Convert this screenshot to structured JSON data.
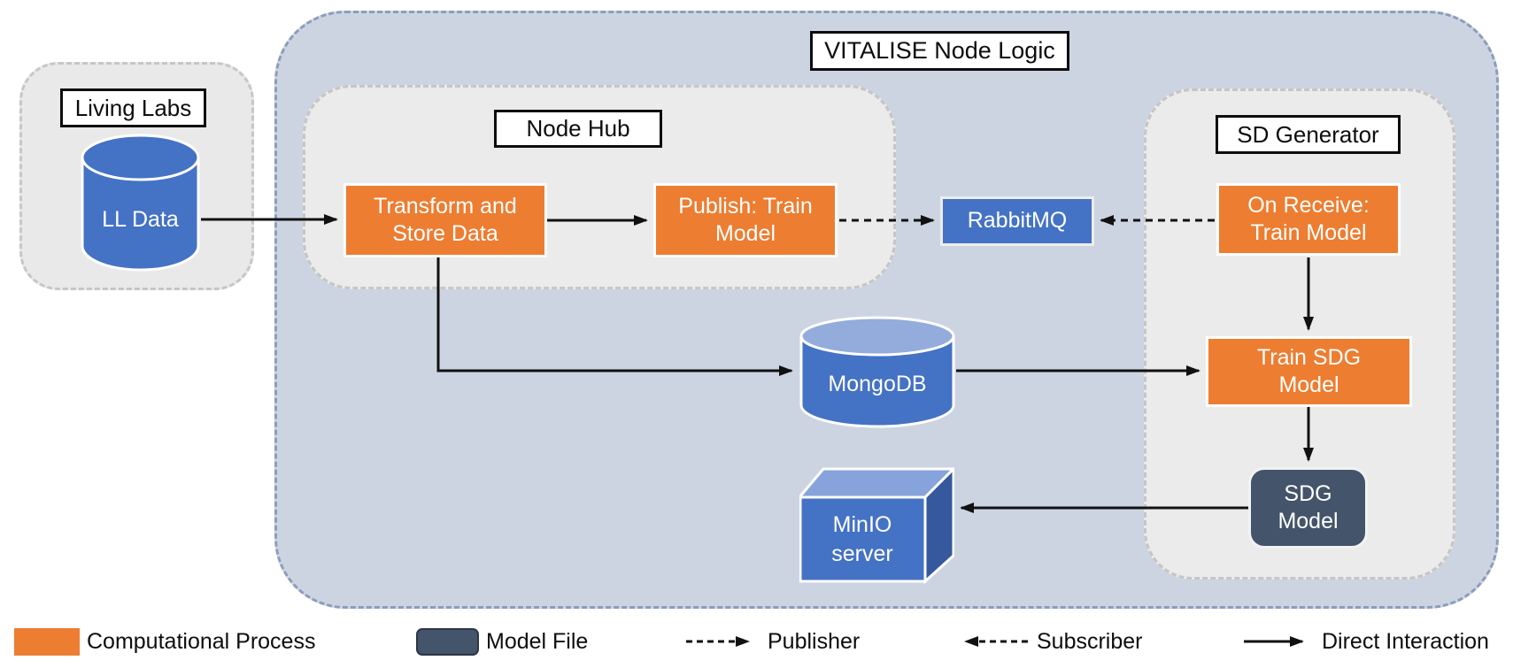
{
  "diagram_title": "VITALISE Node Logic",
  "containers": {
    "living_labs": {
      "label": "Living Labs"
    },
    "node_hub": {
      "label": "Node Hub"
    },
    "sd_generator": {
      "label": "SD Generator"
    }
  },
  "nodes": {
    "ll_data": {
      "label": "LL Data",
      "type": "database-cylinder"
    },
    "transform_store": {
      "label": "Transform and\nStore Data",
      "type": "computational-process"
    },
    "publish_train": {
      "label": "Publish: Train\nModel",
      "type": "computational-process"
    },
    "rabbitmq": {
      "label": "RabbitMQ",
      "type": "message-queue"
    },
    "on_receive": {
      "label": "On Receive:\nTrain Model",
      "type": "computational-process"
    },
    "train_sdg": {
      "label": "Train SDG\nModel",
      "type": "computational-process"
    },
    "sdg_model": {
      "label": "SDG\nModel",
      "type": "model-file"
    },
    "mongodb": {
      "label": "MongoDB",
      "type": "database-cylinder"
    },
    "minio": {
      "label": "MinIO\nserver",
      "type": "storage-cube"
    }
  },
  "edges": [
    {
      "from": "ll_data",
      "to": "transform_store",
      "style": "direct"
    },
    {
      "from": "transform_store",
      "to": "publish_train",
      "style": "direct"
    },
    {
      "from": "publish_train",
      "to": "rabbitmq",
      "style": "publisher-dashed"
    },
    {
      "from": "on_receive",
      "to": "rabbitmq",
      "style": "subscriber-dashed"
    },
    {
      "from": "transform_store",
      "to": "mongodb",
      "style": "direct"
    },
    {
      "from": "mongodb",
      "to": "train_sdg",
      "style": "direct"
    },
    {
      "from": "on_receive",
      "to": "train_sdg",
      "style": "direct"
    },
    {
      "from": "train_sdg",
      "to": "sdg_model",
      "style": "direct"
    },
    {
      "from": "sdg_model",
      "to": "minio",
      "style": "direct"
    }
  ],
  "legend": {
    "items": [
      {
        "label": "Computational Process",
        "swatch": "orange-rect"
      },
      {
        "label": "Model File",
        "swatch": "dark-rounded-rect"
      },
      {
        "label": "Publisher",
        "swatch": "dashed-arrow-right"
      },
      {
        "label": "Subscriber",
        "swatch": "dashed-arrow-left"
      },
      {
        "label": "Direct Interaction",
        "swatch": "solid-arrow-right"
      }
    ]
  },
  "colors": {
    "process_orange": "#ED7D31",
    "storage_blue": "#4472C4",
    "cylinder_top_blue": "#93ACDB",
    "cube_top_blue": "#87A3DB",
    "cube_side_blue": "#35599C",
    "model_file_slate": "#44546A",
    "outer_container_fill": "#CDD4E1",
    "outer_container_border": "#8B9DBC",
    "inner_container_fill": "#EBEBEB",
    "inner_container_border": "#C6C6C6",
    "arrow_black": "#111111"
  }
}
